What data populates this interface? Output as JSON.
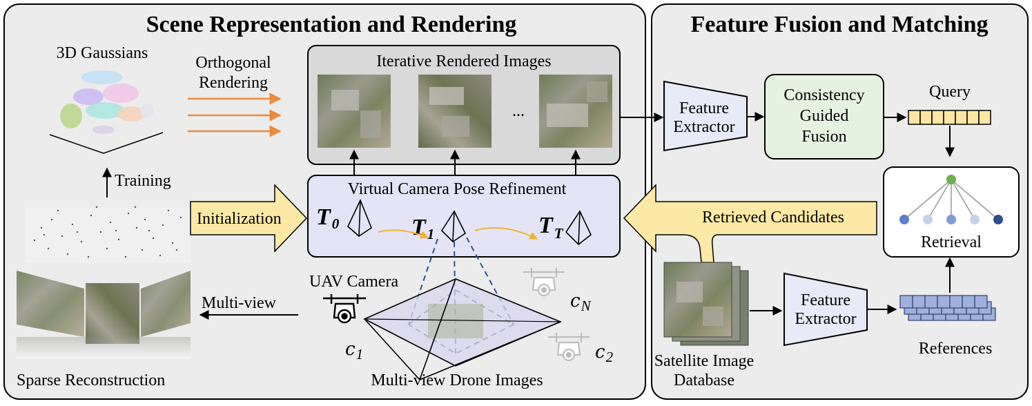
{
  "left_panel": {
    "title": "Scene Representation and Rendering",
    "gaussians_label": "3D Gaussians",
    "orthogonal_line1": "Orthogonal",
    "orthogonal_line2": "Rendering",
    "training_label": "Training",
    "initialization_label": "Initialization",
    "rendered_box_title": "Iterative Rendered Images",
    "ellipsis": "...",
    "pose_box_title": "Virtual Camera Pose Refinement",
    "pose_T0": "T",
    "pose_T0_sub": "0",
    "pose_T1": "T",
    "pose_T1_sub": "1",
    "pose_TT": "T",
    "pose_TT_sub": "T",
    "uav_camera_label": "UAV Camera",
    "multiview_label": "Multi-view",
    "c1": "c",
    "c1_sub": "1",
    "c2": "c",
    "c2_sub": "2",
    "cN": "c",
    "cN_sub": "N",
    "sparse_label": "Sparse Reconstruction",
    "drone_images_label": "Multi-view Drone Images"
  },
  "right_panel": {
    "title": "Feature Fusion and Matching",
    "feature_extractor_top_line1": "Feature",
    "feature_extractor_top_line2": "Extractor",
    "fusion_line1": "Consistency",
    "fusion_line2": "Guided",
    "fusion_line3": "Fusion",
    "query_label": "Query",
    "retrieved_label": "Retrieved Candidates",
    "retrieval_label": "Retrieval",
    "feature_extractor_bottom_line1": "Feature",
    "feature_extractor_bottom_line2": "Extractor",
    "satellite_line1": "Satellite Image",
    "satellite_line2": "Database",
    "references_label": "References"
  },
  "colors": {
    "orange_arrow": "#ee8a3c",
    "init_arrow_fill": "#fde9a6",
    "pose_box_fill": "#e4e4f6",
    "fusion_box_fill": "#e6f2e0",
    "extractor_fill": "#e8eaf8",
    "query_fill": "#fde6a3",
    "reference_fill": "#9fb0dd",
    "tree_root": "#6ab04c",
    "tree_leaf_dark": "#2f4f8f",
    "tree_leaf_mid": "#5b7fcb",
    "tree_leaf_light": "#c5d2ee"
  }
}
